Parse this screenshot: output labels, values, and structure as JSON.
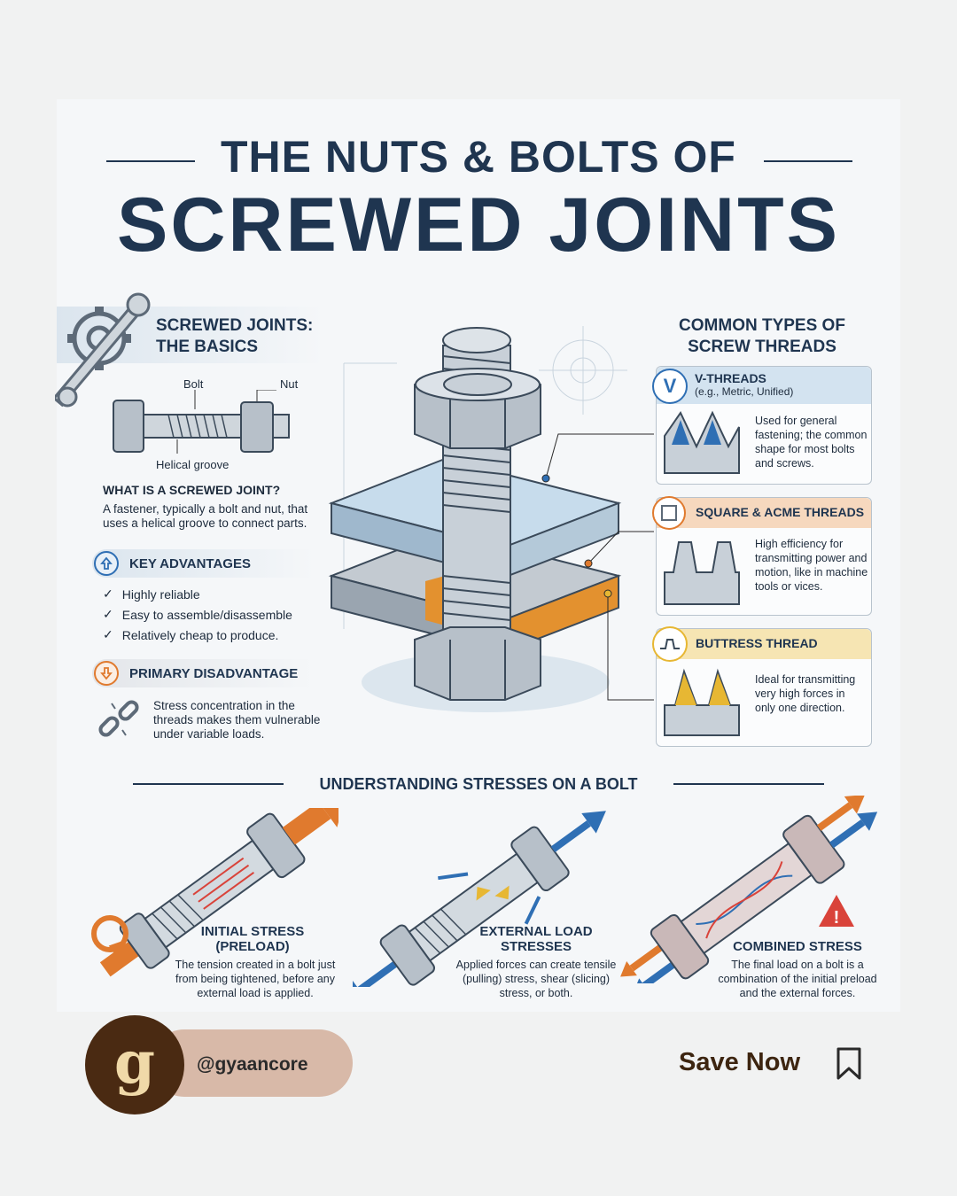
{
  "title": {
    "line1": "THE NUTS & BOLTS OF",
    "line2": "SCREWED JOINTS"
  },
  "basics": {
    "heading_line1": "SCREWED JOINTS:",
    "heading_line2": "THE BASICS",
    "bolt_label": "Bolt",
    "nut_label": "Nut",
    "groove_label": "Helical groove",
    "what_heading": "WHAT IS A SCREWED JOINT?",
    "what_text": "A fastener, typically a bolt and nut, that uses a helical groove to connect parts."
  },
  "advantages": {
    "heading": "KEY ADVANTAGES",
    "items": [
      "Highly reliable",
      "Easy to assemble/disassemble",
      "Relatively cheap to produce."
    ]
  },
  "disadvantage": {
    "heading": "PRIMARY DISADVANTAGE",
    "text": "Stress concentration in the threads makes them vulnerable under variable loads."
  },
  "thread_types": {
    "heading_line1": "COMMON TYPES OF",
    "heading_line2": "SCREW THREADS",
    "v": {
      "name": "V-THREADS",
      "sub": "(e.g., Metric, Unified)",
      "desc": "Used for general fastening; the common shape for most bolts and screws."
    },
    "square": {
      "name": "SQUARE & ACME THREADS",
      "desc": "High efficiency for transmitting power and motion, like in machine tools or vices."
    },
    "buttress": {
      "name": "BUTTRESS THREAD",
      "desc": "Ideal for transmitting very high forces in only one direction."
    }
  },
  "stresses": {
    "heading": "UNDERSTANDING STRESSES ON A BOLT",
    "initial": {
      "title_line1": "INITIAL STRESS",
      "title_line2": "(PRELOAD)",
      "desc": "The tension created in a bolt just from being tightened, before any external load is applied."
    },
    "external": {
      "title_line1": "EXTERNAL LOAD",
      "title_line2": "STRESSES",
      "desc": "Applied forces can create tensile (pulling) stress, shear (slicing) stress, or both."
    },
    "combined": {
      "title": "COMBINED STRESS",
      "desc": "The final load on a bolt is a combination of the initial preload and the external forces."
    }
  },
  "footer": {
    "handle": "@gyaancore",
    "save_label": "Save Now"
  },
  "colors": {
    "navy": "#1f3550",
    "blue": "#2f6fb4",
    "orange": "#e07a2e",
    "gold": "#e7b733",
    "brown": "#4a2a12",
    "pill": "#d8b9a8"
  }
}
